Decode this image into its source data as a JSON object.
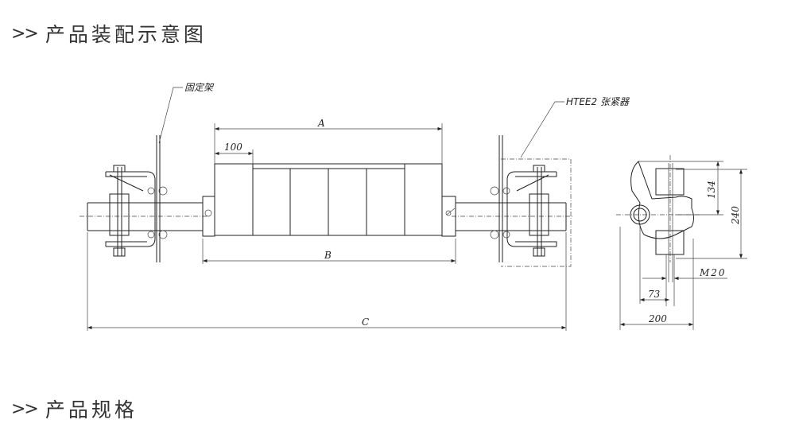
{
  "sections": [
    {
      "marker": ">>",
      "title": "产品装配示意图"
    },
    {
      "marker": ">>",
      "title": "产品规格"
    }
  ],
  "drawing": {
    "callouts": {
      "fixed_frame": "固定架",
      "tensioner": "HTEE2 张紧器"
    },
    "dimensions": {
      "A": "A",
      "segment": "100",
      "B": "B",
      "C": "C",
      "side_134": "134",
      "side_240": "240",
      "bolt": "M20",
      "side_73": "73",
      "side_200": "200"
    }
  }
}
